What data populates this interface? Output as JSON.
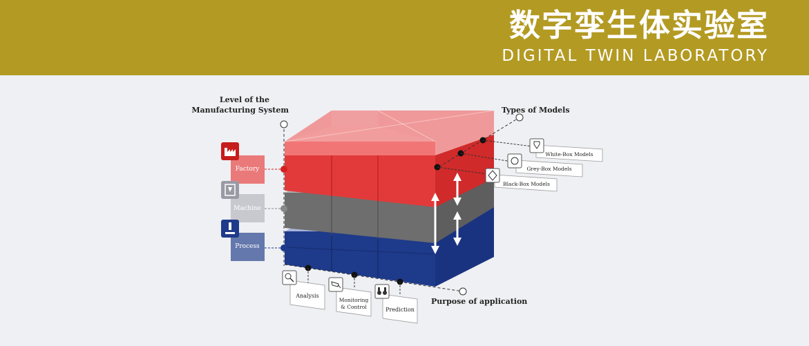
{
  "header": {
    "title_cn": "数字孪生体实验室",
    "title_en": "DIGITAL TWIN LABORATORY",
    "background": "#b39a22"
  },
  "diagram": {
    "axis_level_label_1": "Level of the",
    "axis_level_label_2": "Manufacturing System",
    "axis_models_label": "Types of Models",
    "axis_purpose_label": "Purpose of application",
    "levels": [
      {
        "label": "Factory",
        "icon": "factory-icon",
        "color": "#e23a3a"
      },
      {
        "label": "Machine",
        "icon": "machine-icon",
        "color": "#6e6e6e"
      },
      {
        "label": "Process",
        "icon": "process-icon",
        "color": "#1e3a8a"
      }
    ],
    "models": [
      {
        "label": "White-Box Models",
        "icon": "white-box-icon"
      },
      {
        "label": "Grey-Box Models",
        "icon": "grey-box-icon"
      },
      {
        "label": "Black-Box Models",
        "icon": "black-box-icon"
      }
    ],
    "purposes": [
      {
        "label": "Analysis",
        "icon": "magnifier-icon"
      },
      {
        "label_1": "Monitoring",
        "label_2": "& Control",
        "icon": "camera-icon"
      },
      {
        "label": "Prediction",
        "icon": "binoculars-icon"
      }
    ]
  }
}
